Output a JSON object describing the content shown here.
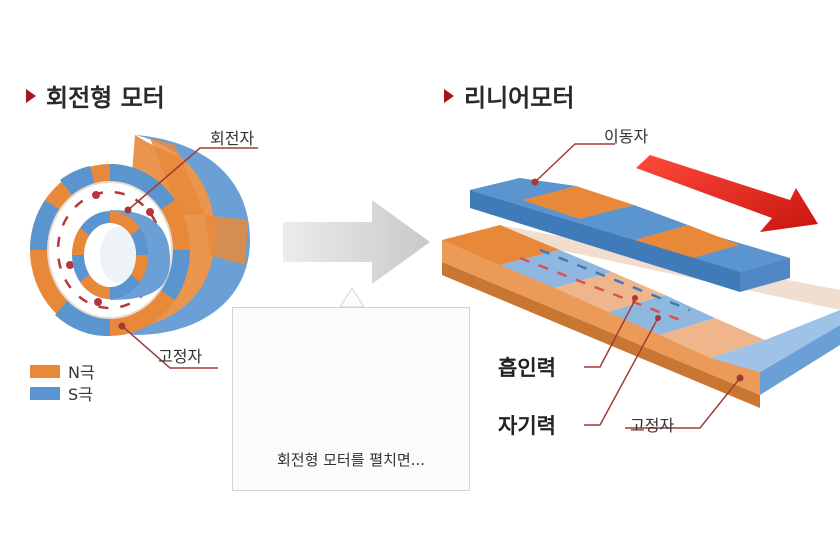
{
  "left": {
    "title": "회전형 모터",
    "rotor_label": "회전자",
    "stator_label": "고정자",
    "legend": [
      {
        "text": "N극",
        "color": "#e8893a"
      },
      {
        "text": "S극",
        "color": "#5b95cf"
      }
    ]
  },
  "callout": {
    "text": "회전형 모터를 펼치면..."
  },
  "right": {
    "title": "리니어모터",
    "mover_label": "이동자",
    "attraction_label": "흡인력",
    "magnetic_label": "자기력",
    "stator_label": "고정자"
  },
  "colors": {
    "n_pole": "#e8893a",
    "s_pole": "#5b95cf",
    "accent": "#a3161a",
    "arrow": "#e0231f"
  }
}
